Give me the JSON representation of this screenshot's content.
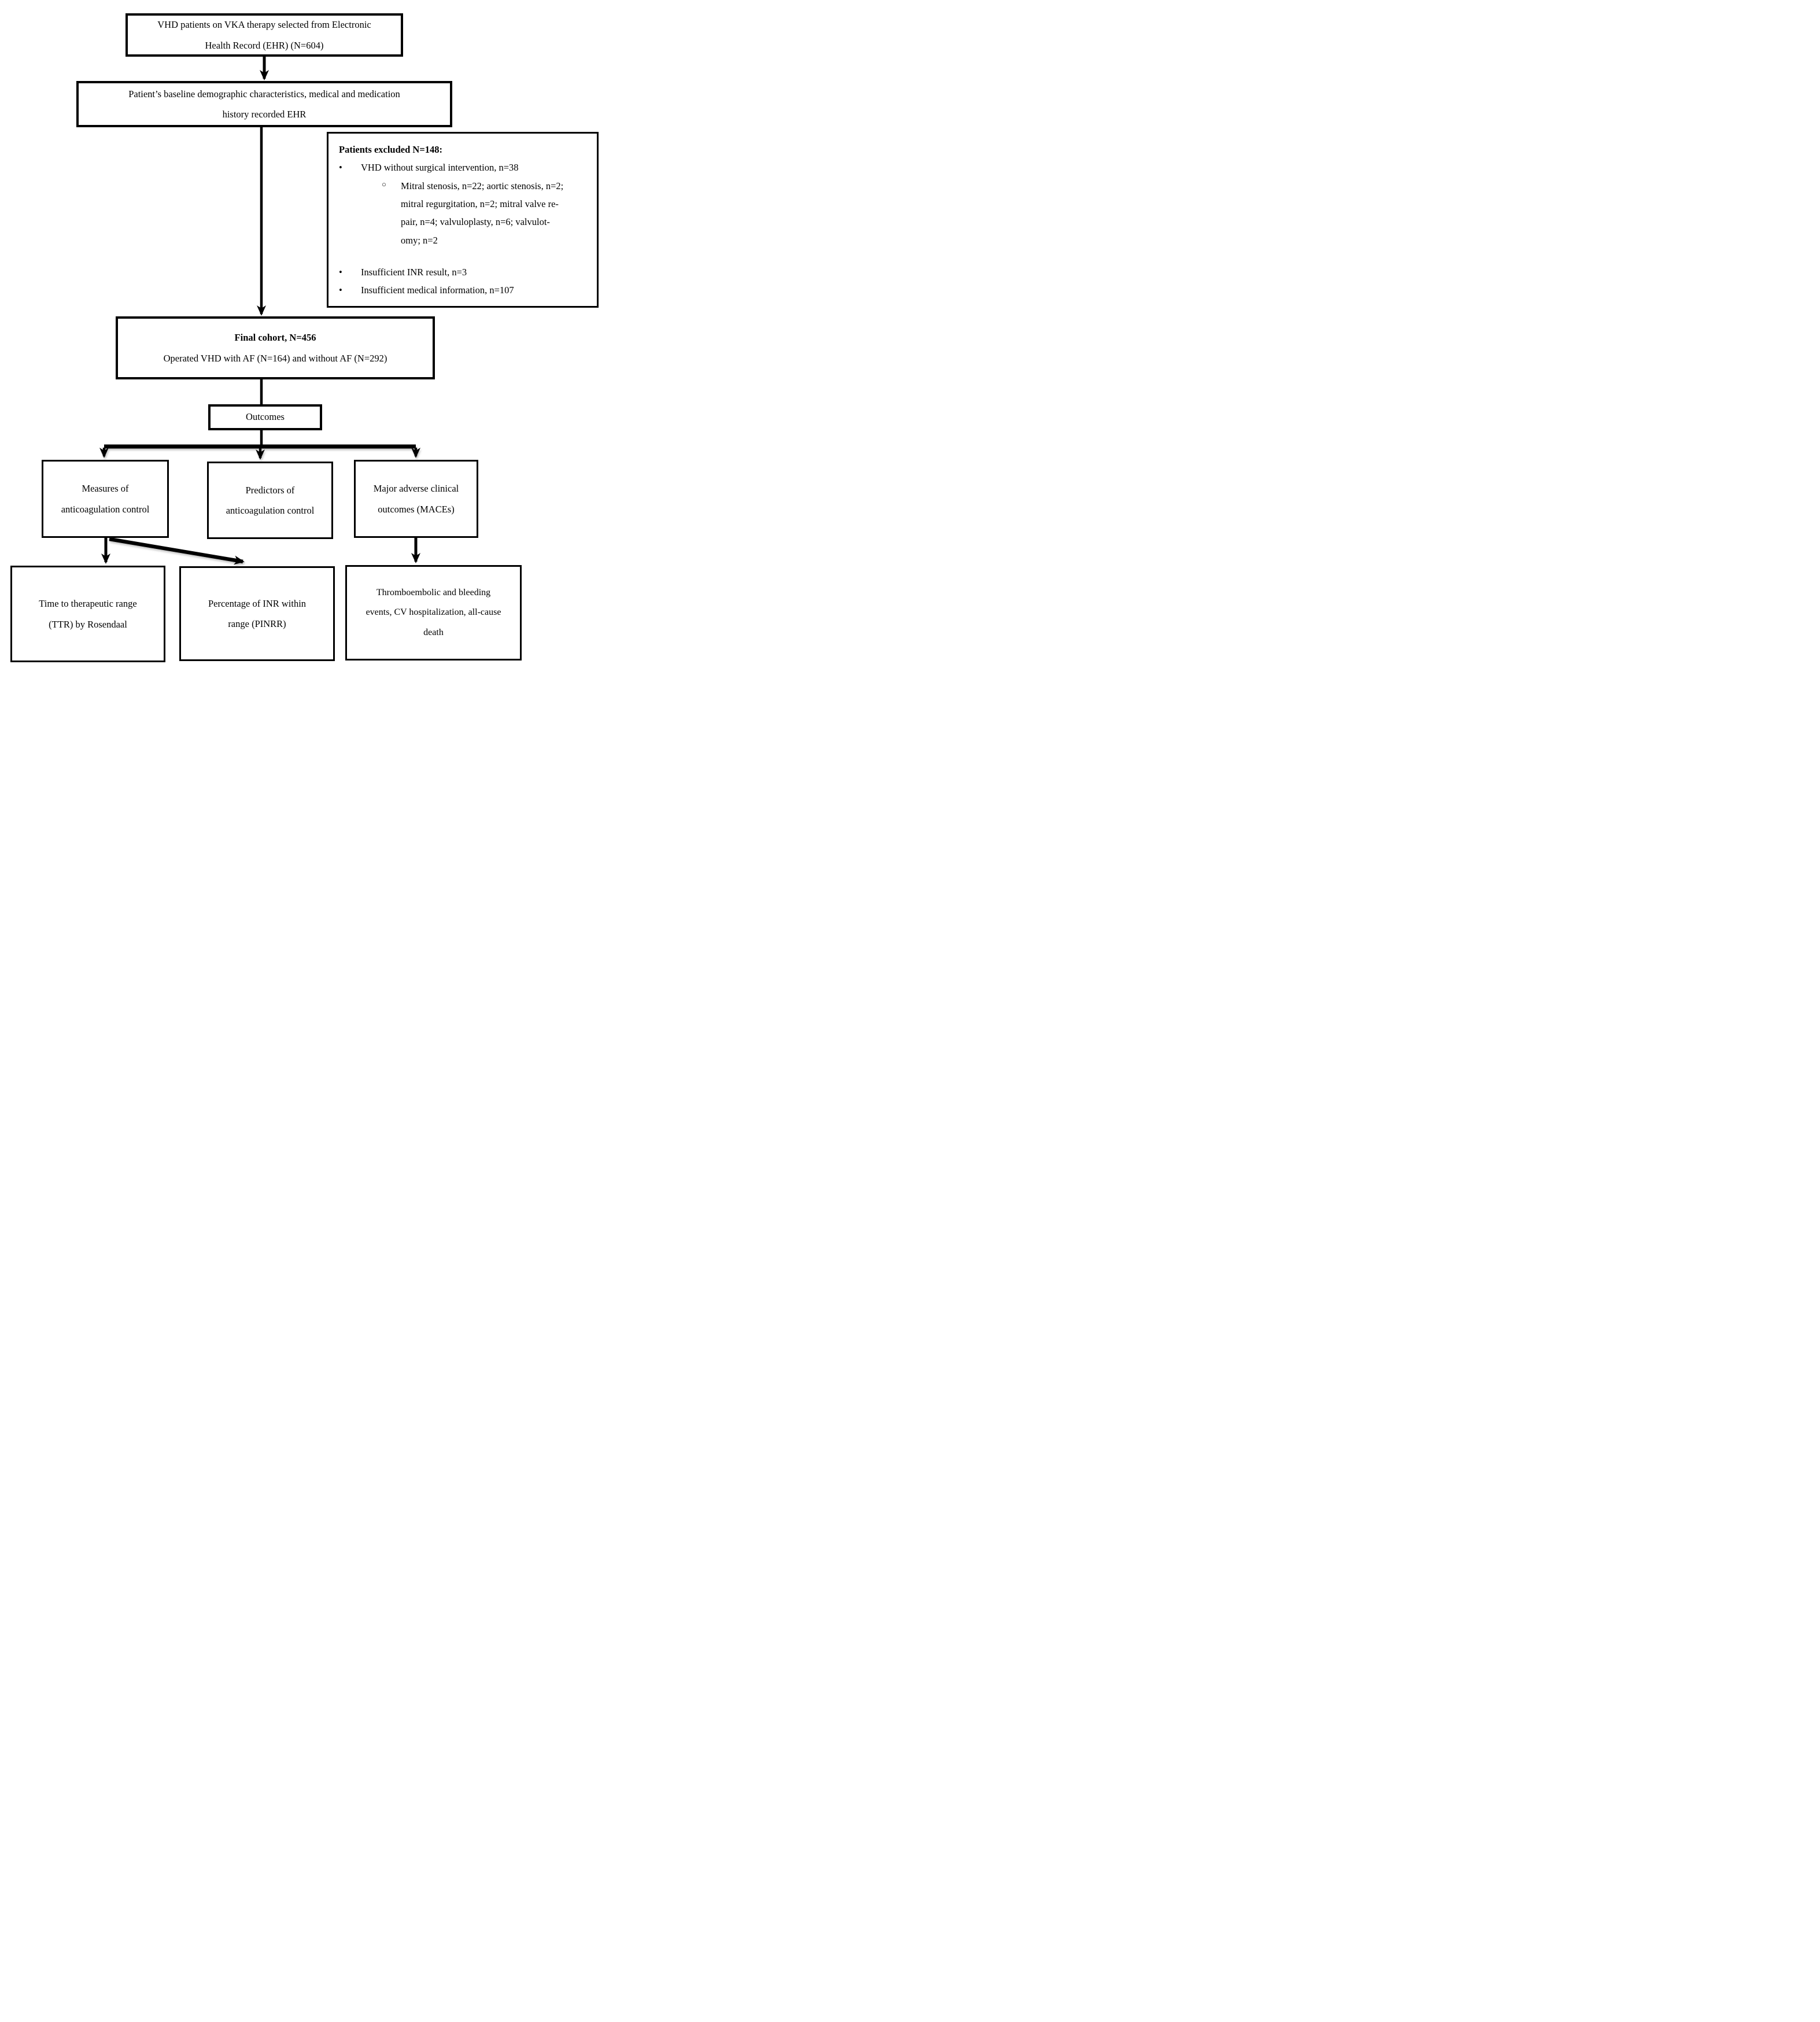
{
  "diagram": {
    "type": "flowchart",
    "nodes": {
      "ehr_selection": {
        "lines": [
          "VHD patients on VKA therapy selected from Electronic",
          "Health Record (EHR) (N=604)"
        ]
      },
      "baseline_history": {
        "lines": [
          "Patient’s baseline demographic characteristics, medical and medication",
          "history recorded EHR"
        ]
      },
      "excluded": {
        "title": "Patients excluded N=148:",
        "bullet_glyph": "•",
        "sub_bullet_glyph": "○",
        "bullet_1": "VHD without surgical intervention, n=38",
        "sub_bullet_lines": [
          "Mitral stenosis, n=22; aortic stenosis, n=2;",
          "mitral regurgitation, n=2; mitral valve re-",
          "pair, n=4; valvuloplasty, n=6; valvulot-",
          "omy; n=2"
        ],
        "bullet_2": "Insufficient INR result, n=3",
        "bullet_3": "Insufficient medical information, n=107"
      },
      "final_cohort": {
        "line_bold": "Final cohort, N=456",
        "line_2": "Operated VHD with AF (N=164) and without AF (N=292)"
      },
      "outcomes": {
        "label": "Outcomes"
      },
      "measures": {
        "lines": [
          "Measures of",
          "anticoagulation control"
        ]
      },
      "predictors": {
        "lines": [
          "Predictors of",
          "anticoagulation control"
        ]
      },
      "maces": {
        "lines": [
          "Major adverse clinical",
          "outcomes (MACEs)"
        ]
      },
      "ttr": {
        "lines": [
          "Time to therapeutic range",
          "(TTR) by Rosendaal"
        ]
      },
      "pinrr": {
        "lines": [
          "Percentage of INR within",
          "range (PINRR)"
        ]
      },
      "thrombo": {
        "lines": [
          "Thromboembolic and bleeding",
          "events, CV hospitalization, all-cause",
          "death"
        ]
      }
    },
    "edges": [
      {
        "from": "ehr_selection",
        "to": "baseline_history",
        "arrow": true
      },
      {
        "from": "baseline_history",
        "to": "final_cohort",
        "arrow": true
      },
      {
        "from": "baseline_history",
        "to": "excluded",
        "arrow": true
      },
      {
        "from": "final_cohort",
        "to": "outcomes",
        "arrow": false
      },
      {
        "from": "outcomes",
        "to": "measures",
        "arrow": true
      },
      {
        "from": "outcomes",
        "to": "predictors",
        "arrow": true
      },
      {
        "from": "outcomes",
        "to": "maces",
        "arrow": true
      },
      {
        "from": "measures",
        "to": "ttr",
        "arrow": true
      },
      {
        "from": "measures",
        "to": "pinrr",
        "arrow": true
      },
      {
        "from": "maces",
        "to": "thrombo",
        "arrow": true
      }
    ],
    "colors": {
      "line": "#000000",
      "background": "#ffffff",
      "shadow": "#a0a0a0"
    }
  }
}
